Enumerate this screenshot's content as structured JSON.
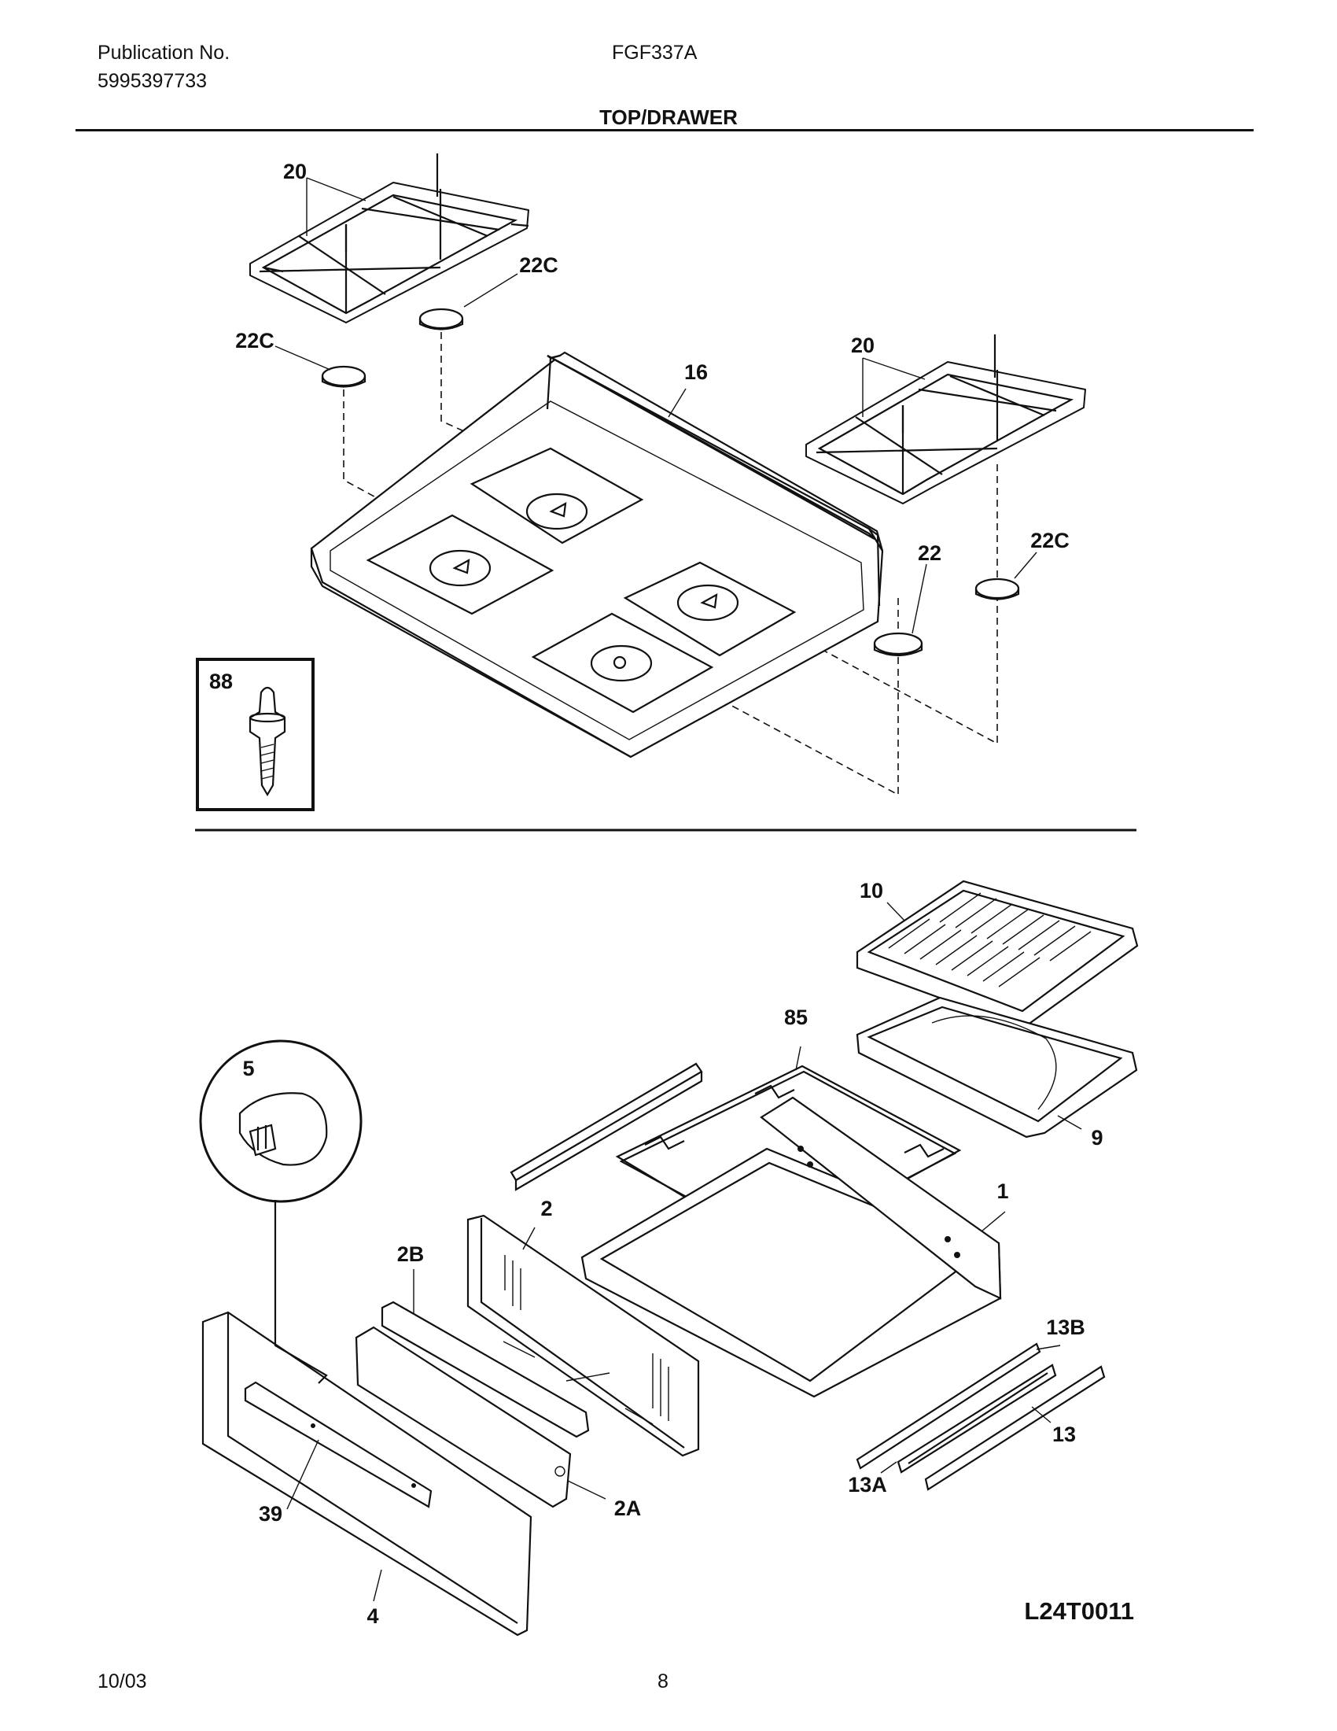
{
  "header": {
    "publication_label": "Publication No.",
    "publication_number": "5995397733",
    "model": "FGF337A",
    "section_title": "TOP/DRAWER"
  },
  "callouts": {
    "grate_left": "20",
    "grate_right": "20",
    "cap_left_upper": "22C",
    "cap_left_lower": "22C",
    "cap_right": "22C",
    "cap_22": "22",
    "cooktop": "16",
    "screw_box": "88",
    "broiler_grid": "10",
    "broiler_pan": "9",
    "rack": "85",
    "knob": "5",
    "drawer_body": "1",
    "drawer_back": "2",
    "drawer_liner": "2B",
    "drawer_clip": "2A",
    "slide_outer": "13B",
    "slide": "13",
    "slide_inner": "13A",
    "handle": "39",
    "drawer_front": "4"
  },
  "diagram_code": "L24T0011",
  "footer": {
    "date": "10/03",
    "page": "8"
  }
}
